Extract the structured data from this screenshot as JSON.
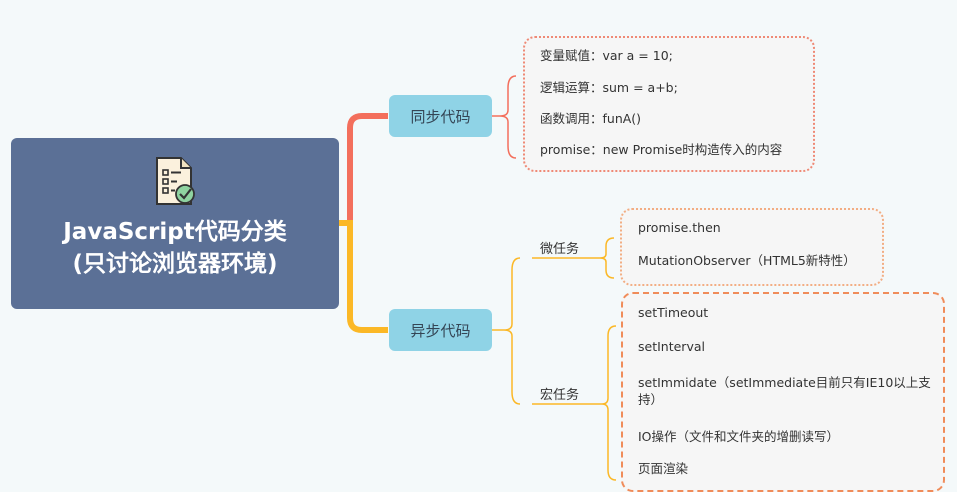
{
  "root": {
    "title_line1": "JavaScript代码分类",
    "title_line2": "(只讨论浏览器环境)",
    "icon": "checklist-document-icon"
  },
  "sync": {
    "label": "同步代码",
    "items": [
      "变量赋值：var a = 10;",
      "逻辑运算：sum = a+b;",
      "函数调用：funA()",
      "promise：new Promise时构造传入的内容"
    ]
  },
  "async": {
    "label": "异步代码",
    "micro": {
      "label": "微任务",
      "items": [
        "promise.then",
        "MutationObserver（HTML5新特性）"
      ]
    },
    "macro": {
      "label": "宏任务",
      "items": [
        "setTimeout",
        "setInterval",
        "setImmidate（setImmediate目前只有IE10以上支持）",
        "IO操作（文件和文件夹的增删读写）",
        "页面渲染"
      ]
    }
  },
  "colors": {
    "sync_branch": "#f36f5c",
    "async_branch": "#fbb826",
    "root": "#5b7096",
    "topic": "#8fd3e6"
  }
}
